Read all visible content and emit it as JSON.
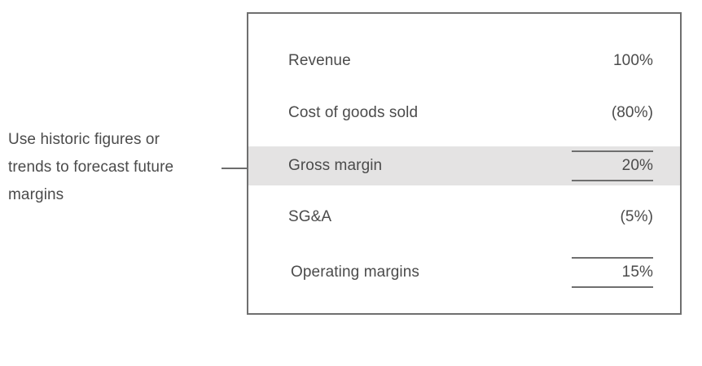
{
  "annotation": {
    "lines": [
      "Use historic figures or",
      "trends to forecast future",
      "margins"
    ],
    "full_text": "Use historic figures or trends to forecast future margins"
  },
  "statement": {
    "rows": [
      {
        "label": "Revenue",
        "value": "100%",
        "style": "plain",
        "highlighted": false,
        "indented": false
      },
      {
        "label": "Cost of goods sold",
        "value": "(80%)",
        "style": "plain",
        "highlighted": false,
        "indented": false
      },
      {
        "label": "Gross margin",
        "value": "20%",
        "style": "subtotal",
        "highlighted": true,
        "indented": false
      },
      {
        "label": "SG&A",
        "value": "(5%)",
        "style": "plain",
        "highlighted": false,
        "indented": false
      },
      {
        "label": "Operating margins",
        "value": "15%",
        "style": "subtotal",
        "highlighted": false,
        "indented": true
      }
    ]
  },
  "colors": {
    "border": "#6f6f6f",
    "text": "#4b4b4b",
    "highlight": "#e4e3e3",
    "background": "#ffffff",
    "leader_line": "#6c6c6c"
  }
}
